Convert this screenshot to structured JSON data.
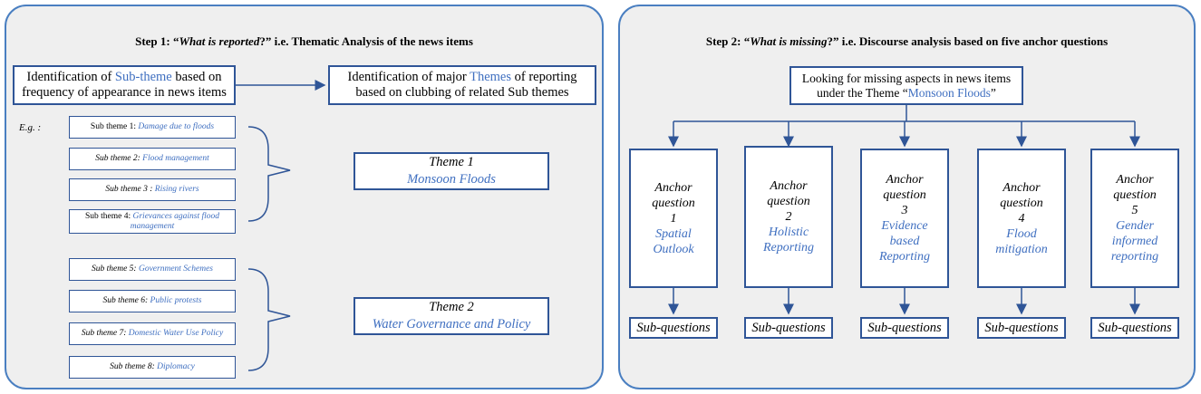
{
  "step1": {
    "title_pre": "Step 1: “",
    "title_em": "What is reported",
    "title_post": "?” i.e. Thematic Analysis of the news items",
    "box_left": {
      "pre": "Identification of ",
      "key": "Sub-theme",
      "post": " based on frequency of appearance in news items"
    },
    "box_right": {
      "pre": "Identification of major ",
      "key": "Themes",
      "post": " of reporting based on clubbing of related Sub themes"
    },
    "eg_label": "E.g. :",
    "subthemes": [
      {
        "prefix": "Sub theme 1: ",
        "label": "Damage due to floods"
      },
      {
        "prefix": "Sub theme 2: ",
        "label": "Flood management"
      },
      {
        "prefix": "Sub theme 3 : ",
        "label": "Rising rivers"
      },
      {
        "prefix": "Sub theme 4: ",
        "label": "Grievances against flood management"
      },
      {
        "prefix": "Sub theme 5: ",
        "label": "Government Schemes"
      },
      {
        "prefix": "Sub theme 6: ",
        "label": "Public protests"
      },
      {
        "prefix": "Sub theme 7: ",
        "label": "Domestic Water Use Policy"
      },
      {
        "prefix": "Sub theme 8: ",
        "label": "Diplomacy"
      }
    ],
    "themes": [
      {
        "title": "Theme 1",
        "name": "Monsoon Floods"
      },
      {
        "title": "Theme 2",
        "name": "Water Governance and Policy"
      }
    ]
  },
  "step2": {
    "title_pre": "Step 2: “",
    "title_em": "What is missing",
    "title_post": "?” i.e. Discourse analysis based on five anchor questions",
    "top_box": {
      "pre": "Looking for missing aspects in news items under the Theme “",
      "key": "Monsoon Floods",
      "post": "”"
    },
    "anchors": [
      {
        "label": "Anchor question",
        "num": "1",
        "topic": "Spatial Outlook"
      },
      {
        "label": "Anchor question",
        "num": "2",
        "topic": "Holistic Reporting"
      },
      {
        "label": "Anchor question",
        "num": "3",
        "topic": "Evidence based Reporting"
      },
      {
        "label": "Anchor question",
        "num": "4",
        "topic": "Flood mitigation"
      },
      {
        "label": "Anchor question",
        "num": "5",
        "topic": "Gender informed reporting"
      }
    ],
    "subq_label": "Sub-questions"
  },
  "colors": {
    "border": "#2f5597",
    "accent_text": "#3f6fc0",
    "panel_bg": "#efefef",
    "panel_border": "#4a7fc1"
  }
}
